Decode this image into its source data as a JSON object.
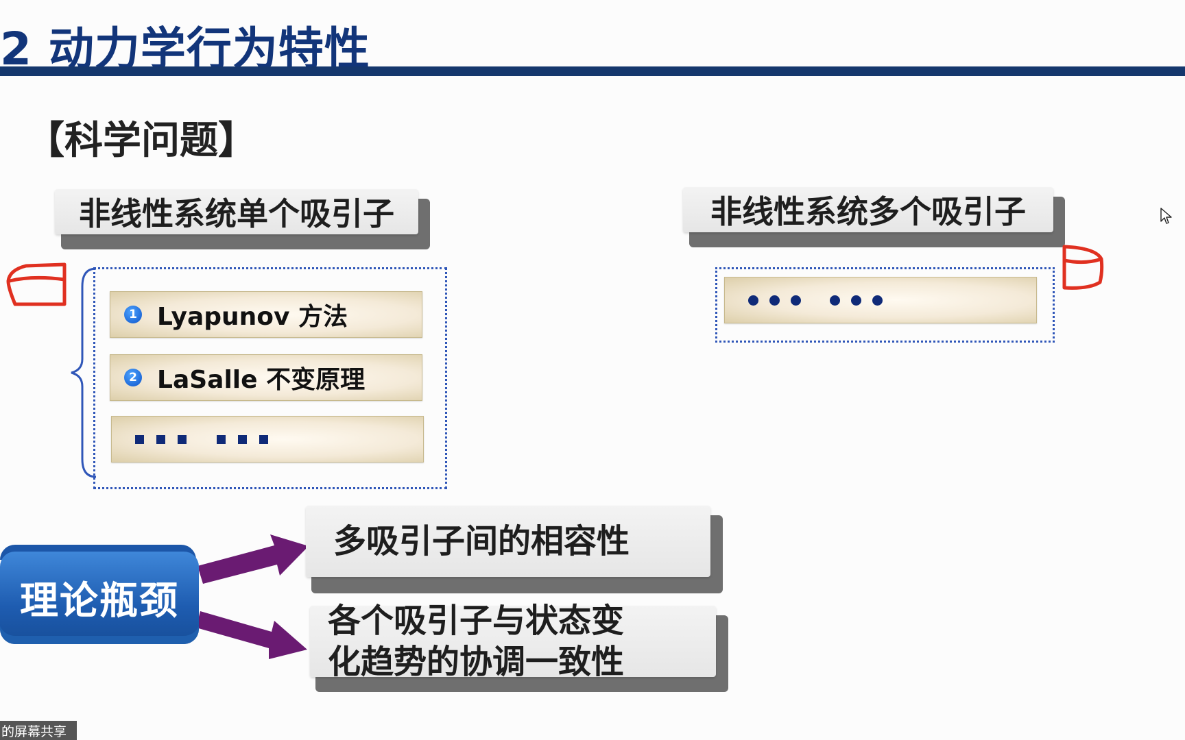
{
  "slide": {
    "title": "2 动力学行为特性",
    "section_heading": "【科学问题】"
  },
  "left_panel": {
    "header": "非线性系统单个吸引子",
    "items": [
      {
        "number": "1",
        "label": "Lyapunov 方法"
      },
      {
        "number": "2",
        "label": "LaSalle 不变原理"
      }
    ]
  },
  "right_panel": {
    "header": "非线性系统多个吸引子"
  },
  "bottleneck": {
    "label": "理论瓶颈",
    "issues": [
      {
        "line1": "多吸引子间的相容性",
        "line2": ""
      },
      {
        "line1": "各个吸引子与状态变",
        "line2": "化趋势的协调一致性"
      }
    ]
  },
  "overlay": {
    "screen_share_label": "的屏幕共享"
  },
  "colors": {
    "title_blue": "#12357a",
    "rule_navy": "#15376d",
    "bottleneck_blue": "#1e5cb0",
    "arrow_purple": "#6a1b72",
    "can_red": "#e03020"
  }
}
